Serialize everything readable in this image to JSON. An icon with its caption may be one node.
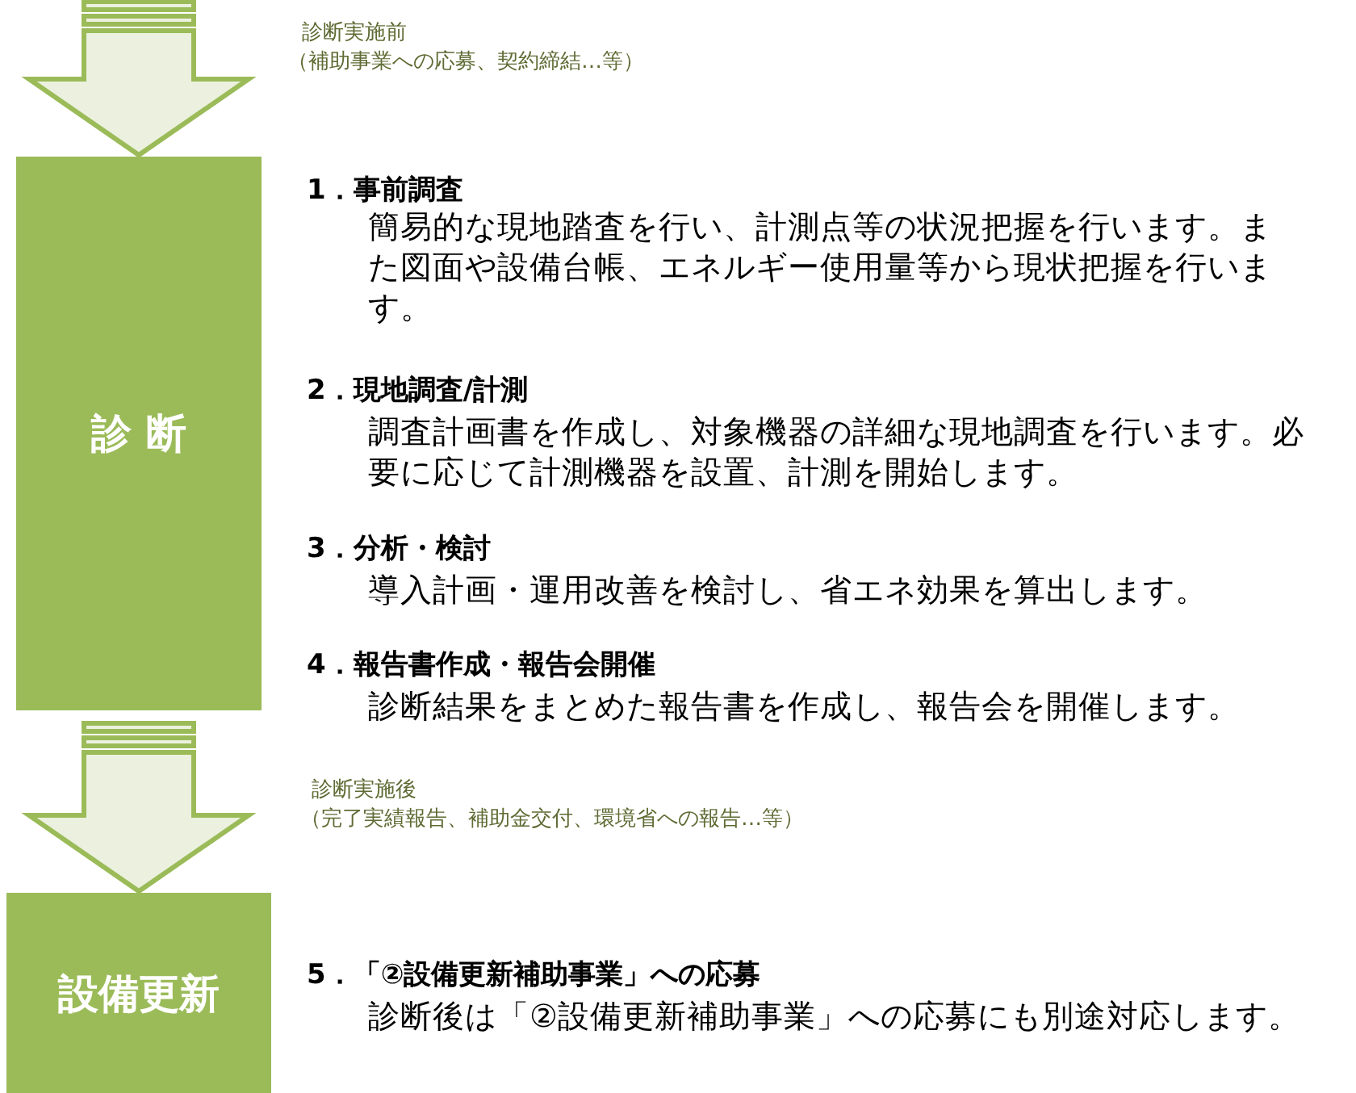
{
  "diagram": {
    "nodes": [
      {
        "text": [
          "診 断"
        ]
      },
      {
        "text": [
          "設備更新"
        ]
      }
    ],
    "edges": [
      {
        "from": null,
        "to": 0,
        "arrow": "to"
      },
      {
        "from": 0,
        "to": 1,
        "arrow": "to"
      }
    ],
    "labels": [
      "診断実施前",
      "（補助事業への応募、契約締結…等）",
      "1．事前調査",
      "簡易的な現地踏査を行い、計測点等の状況把握を行います。また図面や設備台帳、エネルギー使用量等から現状把握を行います。",
      "2．現地調査/計測",
      "調査計画書を作成し、対象機器の詳細な現地調査を行います。必要に応じて計測機器を設置、計測を開始します。",
      "3．分析・検討",
      "導入計画・運用改善を検討し、省エネ効果を算出します。",
      "4．報告書作成・報告会開催",
      "診断結果をまとめた報告書を作成し、報告会を開催します。",
      "診断実施後",
      "（完了実績報告、補助金交付、環境省への報告…等）",
      "5．「②設備更新補助事業」への応募",
      "診断後は「②設備更新補助事業」への応募にも別途対応します。"
    ]
  }
}
